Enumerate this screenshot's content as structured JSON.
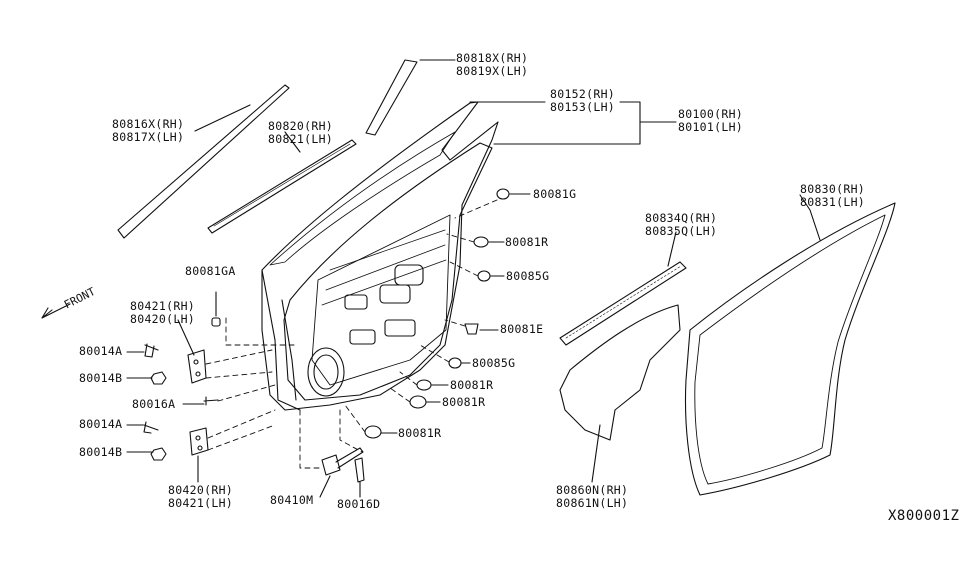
{
  "diagram": {
    "reference_code": "X800001Z",
    "front_label": "FRONT",
    "callouts": [
      {
        "id": "c-80818",
        "lines": [
          "80818X(RH)",
          "80819X(LH)"
        ]
      },
      {
        "id": "c-80152",
        "lines": [
          "80152(RH)",
          "80153(LH)"
        ]
      },
      {
        "id": "c-80100",
        "lines": [
          "80100(RH)",
          "80101(LH)"
        ]
      },
      {
        "id": "c-80816",
        "lines": [
          "80816X(RH)",
          "80817X(LH)"
        ]
      },
      {
        "id": "c-80820",
        "lines": [
          "80820(RH)",
          "80821(LH)"
        ]
      },
      {
        "id": "c-80081g",
        "lines": [
          "80081G"
        ]
      },
      {
        "id": "c-80830",
        "lines": [
          "80830(RH)",
          "80831(LH)"
        ]
      },
      {
        "id": "c-80834",
        "lines": [
          "80834Q(RH)",
          "80835Q(LH)"
        ]
      },
      {
        "id": "c-80081r-1",
        "lines": [
          "80081R"
        ]
      },
      {
        "id": "c-80081ga",
        "lines": [
          "80081GA"
        ]
      },
      {
        "id": "c-80085g-1",
        "lines": [
          "80085G"
        ]
      },
      {
        "id": "c-80421",
        "lines": [
          "80421(RH)",
          "80420(LH)"
        ]
      },
      {
        "id": "c-80081e",
        "lines": [
          "80081E"
        ]
      },
      {
        "id": "c-80014a-1",
        "lines": [
          "80014A"
        ]
      },
      {
        "id": "c-80085g-2",
        "lines": [
          "80085G"
        ]
      },
      {
        "id": "c-80014b-1",
        "lines": [
          "80014B"
        ]
      },
      {
        "id": "c-80081r-2",
        "lines": [
          "80081R"
        ]
      },
      {
        "id": "c-80016a",
        "lines": [
          "80016A"
        ]
      },
      {
        "id": "c-80081r-3",
        "lines": [
          "80081R"
        ]
      },
      {
        "id": "c-80014a-2",
        "lines": [
          "80014A"
        ]
      },
      {
        "id": "c-80081r-4",
        "lines": [
          "80081R"
        ]
      },
      {
        "id": "c-80014b-2",
        "lines": [
          "80014B"
        ]
      },
      {
        "id": "c-80420",
        "lines": [
          "80420(RH)",
          "80421(LH)"
        ]
      },
      {
        "id": "c-80410m",
        "lines": [
          "80410M"
        ]
      },
      {
        "id": "c-80016d",
        "lines": [
          "80016D"
        ]
      },
      {
        "id": "c-80860",
        "lines": [
          "80860N(RH)",
          "80861N(LH)"
        ]
      }
    ]
  }
}
